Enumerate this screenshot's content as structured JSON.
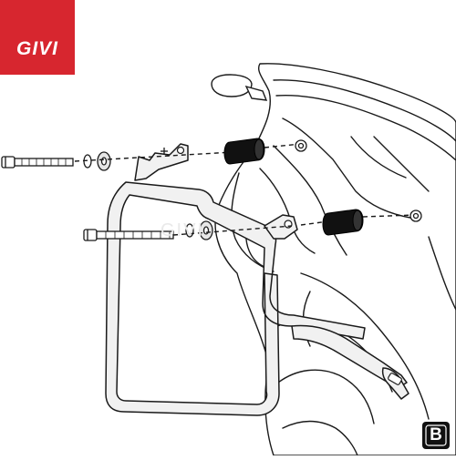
{
  "brand": {
    "logo_text": "GIVI",
    "logo_color": "#d7262f",
    "watermark_text": "GIVI"
  },
  "badge": {
    "icon": "kit-type-badge-icon",
    "letter": "B"
  },
  "diagram": {
    "subject": "side-case-holder-mounting-diagram",
    "parts": [
      "motorcycle-rear-outline",
      "side-case-holder-frame",
      "upper-long-bolt",
      "lower-long-bolt",
      "washers",
      "spacers",
      "nuts"
    ],
    "line_color": "#1a1a1a",
    "frame_fill": "#f1f1f1",
    "spacer_color": "#111111"
  }
}
